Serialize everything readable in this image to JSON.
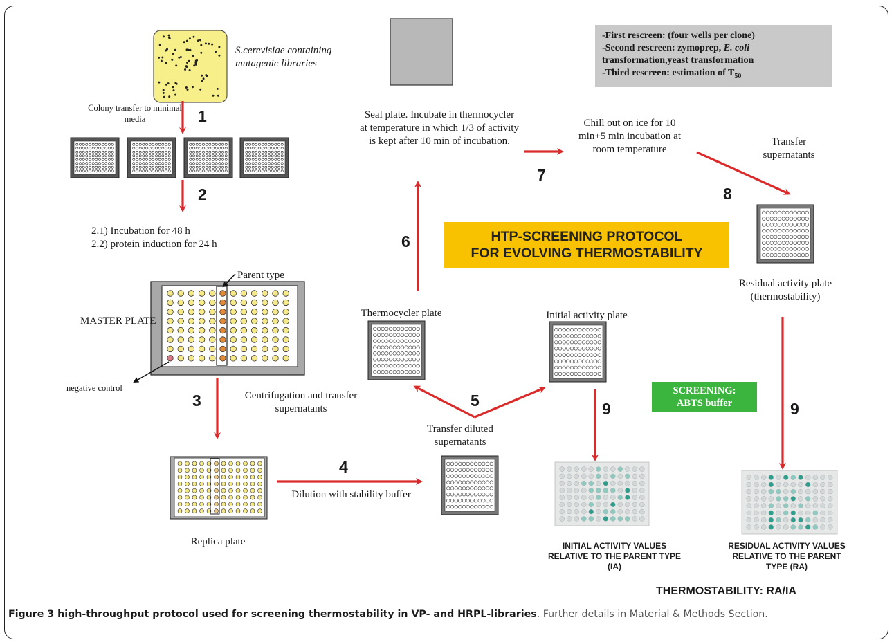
{
  "labels": {
    "organism": "S.cerevisiae containing mutagenic libraries",
    "colony_transfer": "Colony transfer to minimal media",
    "incubation_1": "2.1) Incubation for 48 h",
    "incubation_2": "2.2) protein induction for 24 h",
    "parent_type": "Parent type",
    "master_plate": "MASTER PLATE",
    "negative_control": "negative control",
    "centrifugation": "Centrifugation and transfer supernatants",
    "replica_plate": "Replica plate",
    "dilution": "Dilution with stability buffer",
    "transfer_diluted": "Transfer diluted supernatants",
    "thermocycler_plate": "Thermocycler plate",
    "initial_activity_plate": "Initial activity plate",
    "seal_plate": "Seal plate. Incubate in thermocycler at temperature in which 1/3 of activity is kept after 10 min of incubation.",
    "chill": "Chill out on ice for 10 min+5 min incubation at room temperature",
    "transfer_supernatants": "Transfer supernatants",
    "residual_plate": "Residual activity plate (thermostability)"
  },
  "steps": {
    "s1": "1",
    "s2": "2",
    "s3": "3",
    "s4": "4",
    "s5": "5",
    "s6": "6",
    "s7": "7",
    "s8": "8",
    "s9a": "9",
    "s9b": "9"
  },
  "rescreen": {
    "line1": "-First rescreen: (four wells per clone)",
    "line2a": "-Second rescreen: zymoprep, ",
    "line2b": "E. coli",
    "line3": "transformation,yeast transformation",
    "line4a": "-Third rescreen: estimation of T",
    "line4b": "50"
  },
  "title_box": {
    "line1": "HTP-SCREENING PROTOCOL",
    "line2": "FOR EVOLVING THERMOSTABILITY"
  },
  "screening_box": {
    "line1": "SCREENING:",
    "line2": "ABTS buffer"
  },
  "results": {
    "initial": "INITIAL ACTIVITY VALUES RELATIVE TO THE PARENT TYPE (IA)",
    "residual": "RESIDUAL ACTIVITY VALUES RELATIVE TO THE PARENT TYPE (RA)",
    "thermostability": "THERMOSTABILITY: RA/IA"
  },
  "caption": {
    "bold": "Figure 3 high-throughput protocol used for screening thermostability in VP- and HRPL-libraries",
    "rest": ". Further details in Material & Methods Section."
  },
  "colors": {
    "arrow": "#d92b2b",
    "yeast_plate": "#f7f08a",
    "title_box": "#f8c200",
    "screening_box": "#3cb53f",
    "rescreen_box": "#c9c9c9",
    "well_yellow": "#f5e98a",
    "well_orange": "#e08a3a",
    "teal": "#2f9c8c"
  }
}
